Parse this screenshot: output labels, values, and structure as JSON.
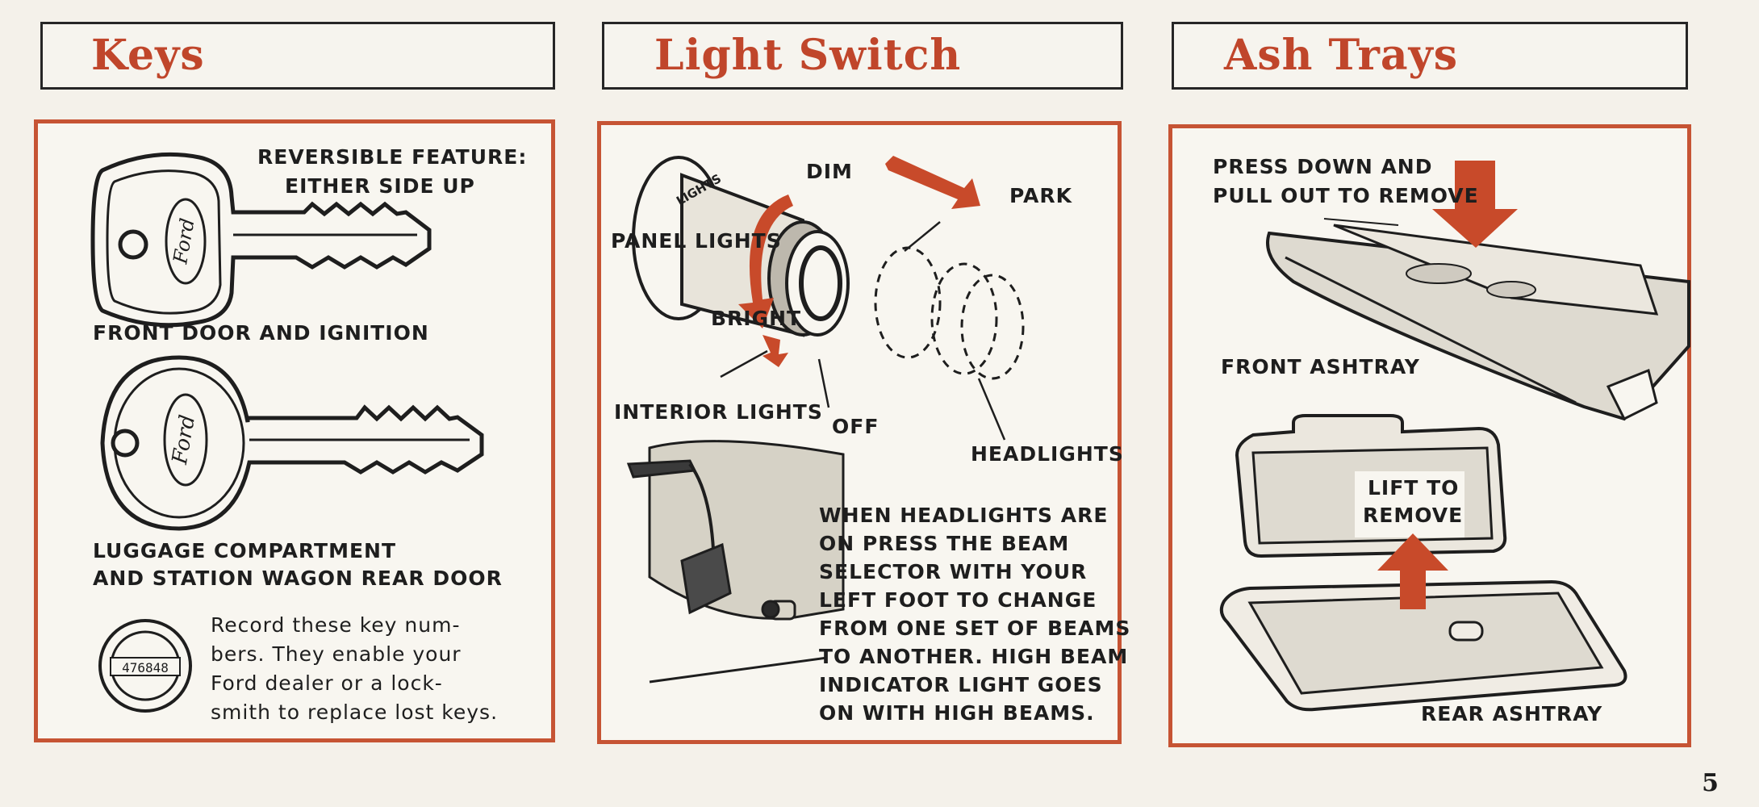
{
  "headers": {
    "keys": "Keys",
    "light_switch": "Light Switch",
    "ash_trays": "Ash Trays"
  },
  "keys": {
    "reversible_1": "REVERSIBLE FEATURE:",
    "reversible_2": "EITHER SIDE UP",
    "front_door": "FRONT DOOR AND IGNITION",
    "luggage_1": "LUGGAGE COMPARTMENT",
    "luggage_2": "AND STATION WAGON REAR DOOR",
    "record_1": "Record these key num-",
    "record_2": "bers. They enable your",
    "record_3": "Ford dealer or a lock-",
    "record_4": "smith to replace lost keys.",
    "key_brand": "Ford",
    "key_number": "476848"
  },
  "light_switch": {
    "lights_text": "LIGHTS",
    "dim": "DIM",
    "park": "PARK",
    "panel_lights": "PANEL LIGHTS",
    "bright": "BRIGHT",
    "interior_lights": "INTERIOR LIGHTS",
    "off": "OFF",
    "headlights": "HEADLIGHTS",
    "beam_1": "WHEN HEADLIGHTS ARE",
    "beam_2": "ON PRESS THE BEAM",
    "beam_3": "SELECTOR WITH YOUR",
    "beam_4": "LEFT FOOT TO CHANGE",
    "beam_5": "FROM ONE SET OF BEAMS",
    "beam_6": "TO ANOTHER.  HIGH BEAM",
    "beam_7": "INDICATOR LIGHT GOES",
    "beam_8": "ON WITH HIGH BEAMS."
  },
  "ash_trays": {
    "press_1": "PRESS DOWN AND",
    "press_2": "PULL OUT TO REMOVE",
    "front": "FRONT ASHTRAY",
    "lift_1": "LIFT TO",
    "lift_2": "REMOVE",
    "rear": "REAR ASHTRAY"
  },
  "page_number": "5",
  "colors": {
    "accent": "#c65434",
    "title": "#c0462b",
    "ink": "#1c1c1c",
    "paper": "#f4f1ea"
  }
}
